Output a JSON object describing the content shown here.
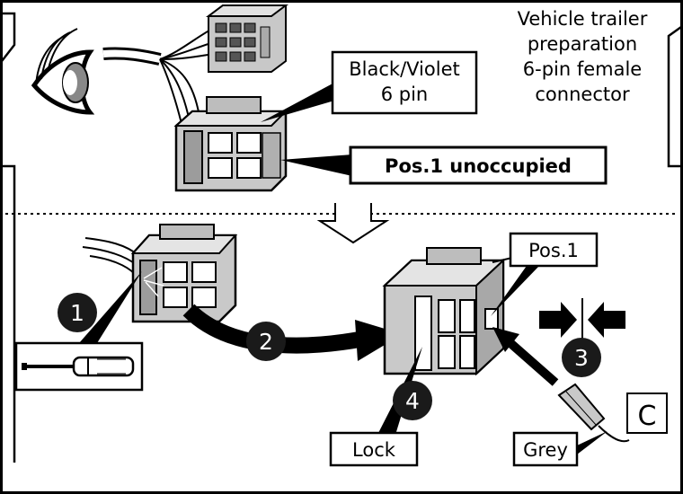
{
  "header_text": {
    "line1": "Vehicle trailer",
    "line2": "preparation",
    "line3": "6-pin female",
    "line4": "connector"
  },
  "callouts": {
    "connector_line1": "Black/Violet",
    "connector_line2": "6 pin",
    "position_note": "Pos.1 unoccupied",
    "pos1": "Pos.1",
    "lock": "Lock",
    "grey": "Grey",
    "contact_letter": "C"
  },
  "steps": [
    "1",
    "2",
    "3",
    "4"
  ],
  "colors": {
    "ink": "#000000",
    "housing": "#d0d0d0",
    "housing_shade": "#9a9a9a",
    "badge": "#1a1a1a",
    "callout_bg": "#ffffff"
  },
  "icons": [
    "eye-icon",
    "screwdriver-icon",
    "push-arrows-icon",
    "down-arrow-icon"
  ]
}
